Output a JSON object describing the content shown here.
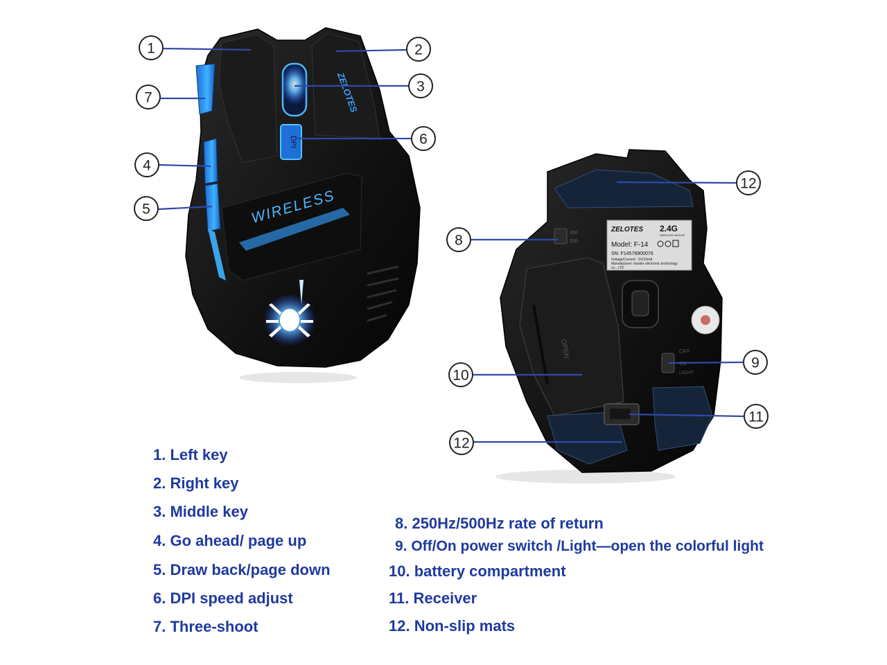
{
  "colors": {
    "legend_text": "#1f3a9e",
    "leader_line": "#2f4aa8",
    "glow": "#2aa8ff",
    "body": "#111111"
  },
  "top_mouse": {
    "wireless_text": "WIRELESS",
    "brand_text": "ZELOTES",
    "dpi_text": "DPI",
    "logo_icon": "spider-icon"
  },
  "bottom_mouse": {
    "label": {
      "brand": "ZELOTES",
      "band": "2.4G",
      "subtitle": "WIRELESS MOUSE",
      "model": "Model: F-14",
      "sn": "SN: F14576900076",
      "voltage": "Voltage/Current : 3V/15mA",
      "manufacturer": "Manufacturer: master electronic technology",
      "manufacturer2": "co., LTD"
    },
    "rate_labels": [
      "250",
      "500"
    ],
    "open_text": "OPEN",
    "switch_labels": {
      "off": "OFF",
      "on": "ON",
      "light": "LIGHT"
    }
  },
  "callouts": [
    {
      "number": "1"
    },
    {
      "number": "2"
    },
    {
      "number": "3"
    },
    {
      "number": "7"
    },
    {
      "number": "6"
    },
    {
      "number": "4"
    },
    {
      "number": "5"
    },
    {
      "number": "12"
    },
    {
      "number": "8"
    },
    {
      "number": "9"
    },
    {
      "number": "10"
    },
    {
      "number": "11"
    },
    {
      "number": "12"
    }
  ],
  "legend_left": [
    "1. Left key",
    "2. Right key",
    "3. Middle key",
    "4. Go ahead/ page up",
    "5. Draw back/page down",
    "6. DPI speed adjust",
    "7. Three-shoot"
  ],
  "legend_right": [
    "8. 250Hz/500Hz rate of return",
    "9. Off/On power switch /Light—open the colorful light",
    "10. battery compartment",
    "11. Receiver",
    "12. Non-slip mats"
  ]
}
